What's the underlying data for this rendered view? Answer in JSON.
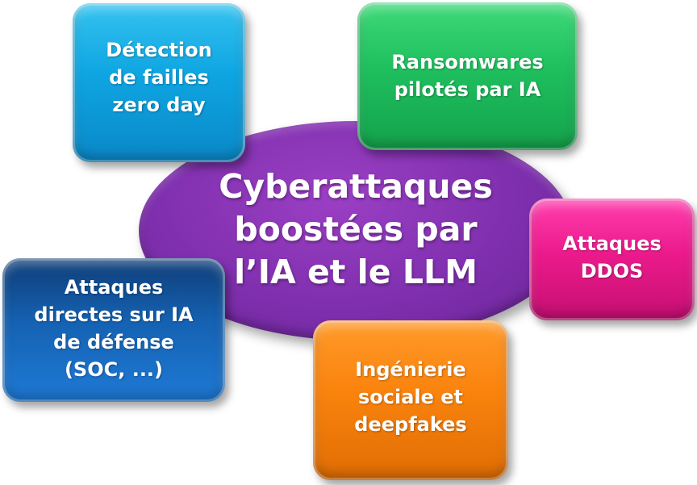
{
  "center": {
    "label": "Cyberattaques\nboostées par\nl’IA et le LLM",
    "color": "#7e2fad"
  },
  "boxes": {
    "detection": {
      "label": "Détection\nde failles\nzero day",
      "color": "#0ea5e2"
    },
    "ransomware": {
      "label": "Ransomwares\npilotés par IA",
      "color": "#1fbf5e"
    },
    "ddos": {
      "label": "Attaques\nDDOS",
      "color": "#ec1a8c"
    },
    "directes": {
      "label": "Attaques\ndirectes sur IA\nde défense\n(SOC, ...)",
      "color": "#1562b3"
    },
    "ingenierie": {
      "label": "Ingénierie\nsociale et\ndeepfakes",
      "color": "#fa830d"
    }
  }
}
